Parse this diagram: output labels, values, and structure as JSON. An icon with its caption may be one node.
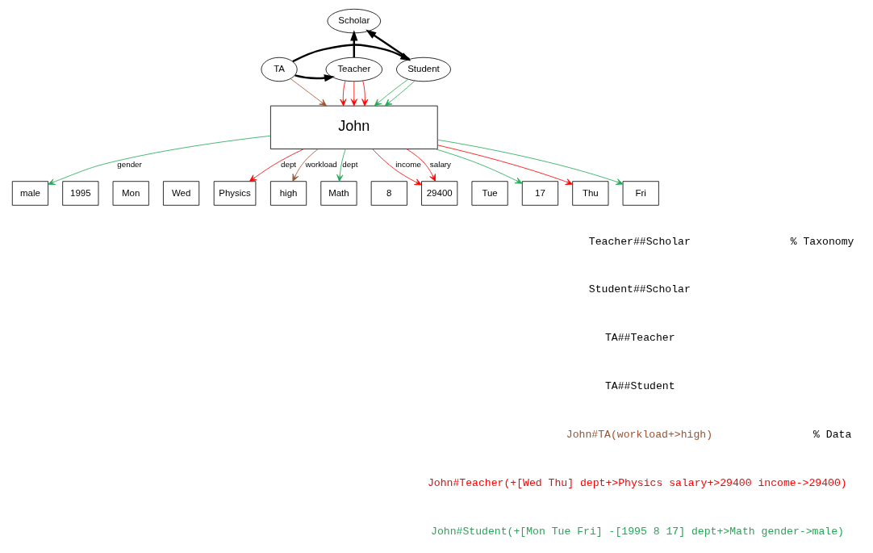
{
  "diagram": {
    "nodes": [
      {
        "text": [
          "Scholar"
        ]
      },
      {
        "text": [
          "Teacher"
        ]
      },
      {
        "text": [
          "Student"
        ]
      },
      {
        "text": [
          "TA"
        ]
      },
      {
        "text": [
          "John"
        ]
      },
      {
        "text": [
          "male"
        ]
      },
      {
        "text": [
          "1995"
        ]
      },
      {
        "text": [
          "Mon"
        ]
      },
      {
        "text": [
          "Wed"
        ]
      },
      {
        "text": [
          "Physics"
        ]
      },
      {
        "text": [
          "high"
        ]
      },
      {
        "text": [
          "Math"
        ]
      },
      {
        "text": [
          "8"
        ]
      },
      {
        "text": [
          "29400"
        ]
      },
      {
        "text": [
          "Tue"
        ]
      },
      {
        "text": [
          "17"
        ]
      },
      {
        "text": [
          "Thu"
        ]
      },
      {
        "text": [
          "Fri"
        ]
      }
    ],
    "edges": [
      {
        "from": 1,
        "to": 0,
        "arrow": "to",
        "style": "thick",
        "color": "#000000"
      },
      {
        "from": 2,
        "to": 0,
        "arrow": "to",
        "style": "thick",
        "color": "#000000"
      },
      {
        "from": 3,
        "to": 1,
        "arrow": "to",
        "style": "thick",
        "color": "#000000"
      },
      {
        "from": 3,
        "to": 2,
        "arrow": "to",
        "style": "thick",
        "color": "#000000"
      },
      {
        "from": 1,
        "to": 4,
        "arrow": "to",
        "color": "#ff0000"
      },
      {
        "from": 1,
        "to": 4,
        "arrow": "to",
        "color": "#ff0000"
      },
      {
        "from": 1,
        "to": 4,
        "arrow": "to",
        "color": "#ff0000"
      },
      {
        "from": 3,
        "to": 4,
        "arrow": "to",
        "color": "#a0522d"
      },
      {
        "from": 2,
        "to": 4,
        "arrow": "to",
        "color": "#22aa55"
      },
      {
        "from": 2,
        "to": 4,
        "arrow": "to",
        "color": "#22aa55"
      },
      {
        "from": 4,
        "to": 13,
        "arrow": "to",
        "label": "income",
        "color": "#ff0000"
      },
      {
        "from": 4,
        "to": 13,
        "arrow": "to",
        "label": "salary",
        "color": "#ff0000"
      },
      {
        "from": 4,
        "to": 9,
        "arrow": "to",
        "label": "dept",
        "color": "#ff0000"
      },
      {
        "from": 4,
        "to": 16,
        "arrow": "to",
        "color": "#ff0000"
      },
      {
        "from": 4,
        "to": 10,
        "arrow": "to",
        "label": "workload",
        "color": "#a0522d"
      },
      {
        "from": 4,
        "to": 17,
        "arrow": "to",
        "color": "#22aa55"
      },
      {
        "from": 4,
        "to": 11,
        "arrow": "to",
        "label": "dept",
        "color": "#22aa55"
      },
      {
        "from": 4,
        "to": 5,
        "arrow": "to",
        "label": "gender",
        "color": "#22aa55"
      },
      {
        "from": 4,
        "to": 15,
        "arrow": "to",
        "color": "#22aa55"
      }
    ],
    "labels": [
      "Teacher##Scholar",
      "% Taxonomy",
      "Student##Scholar",
      "TA##Teacher",
      "TA##Student",
      "John#TA(workload+>high)",
      "% Data",
      "John#Teacher(+[Wed Thu] dept+>Physics salary+>29400 income->29400)",
      "John#Student(+[Mon Tue Fri] -[1995 8 17] dept+>Math gender->male)"
    ]
  }
}
